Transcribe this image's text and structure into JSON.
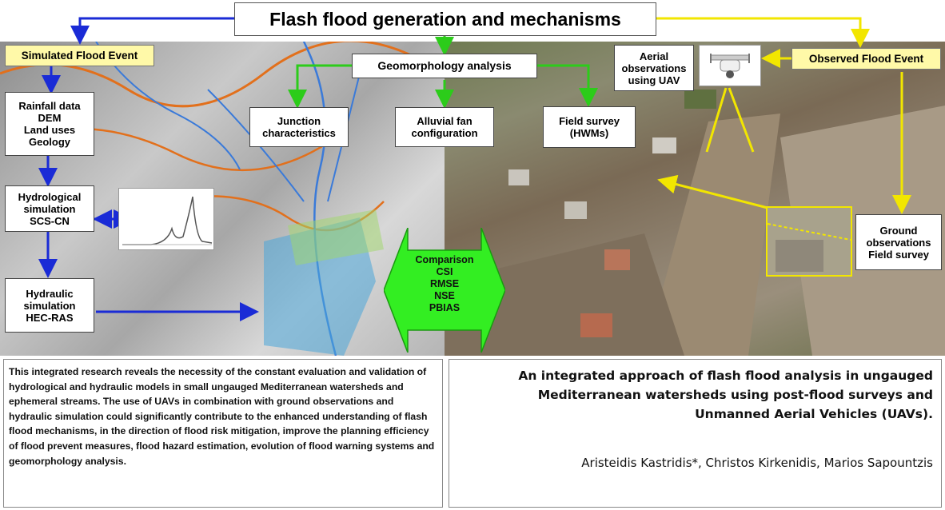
{
  "title": "Flash flood generation and mechanisms",
  "simulated_event": "Simulated Flood Event",
  "observed_event": "Observed Flood Event",
  "geomorphology": "Geomorphology analysis",
  "inputs": [
    "Rainfall data",
    "DEM",
    "Land uses",
    "Geology"
  ],
  "hydrological": [
    "Hydrological",
    "simulation",
    "SCS-CN"
  ],
  "hydraulic": [
    "Hydraulic",
    "simulation",
    "HEC-RAS"
  ],
  "junction": [
    "Junction",
    "characteristics"
  ],
  "alluvial": [
    "Alluvial fan",
    "configuration"
  ],
  "field_survey": [
    "Field survey",
    "(HWMs)"
  ],
  "aerial": [
    "Aerial",
    "observations",
    "using UAV"
  ],
  "ground": [
    "Ground",
    "observations",
    "Field survey"
  ],
  "comparison": [
    "Comparison",
    "CSI",
    "RMSE",
    "NSE",
    "PBIAS"
  ],
  "summary": "This integrated research reveals the necessity of the constant evaluation and validation of hydrological and hydraulic models in small ungauged Mediterranean watersheds and ephemeral streams. The use of UAVs in combination with ground observations and hydraulic simulation could significantly contribute to the enhanced understanding of flash flood mechanisms, in the direction of flood risk mitigation, improve the planning efficiency of flood prevent measures, flood hazard estimation, evolution of flood warning systems and geomorphology analysis.",
  "paper_title": [
    "An integrated approach of flash flood analysis in ungauged",
    "Mediterranean watersheds using post-flood surveys and",
    "Unmanned Aerial Vehicles (UAVs)."
  ],
  "authors": "Aristeidis Kastridis*, Christos Kirkenidis, Marios Sapountzis",
  "colors": {
    "arrow_blue": "#1a2bd6",
    "arrow_green": "#2ccc1a",
    "arrow_yellow": "#f2e600",
    "comparison_fill": "#33ee22"
  }
}
